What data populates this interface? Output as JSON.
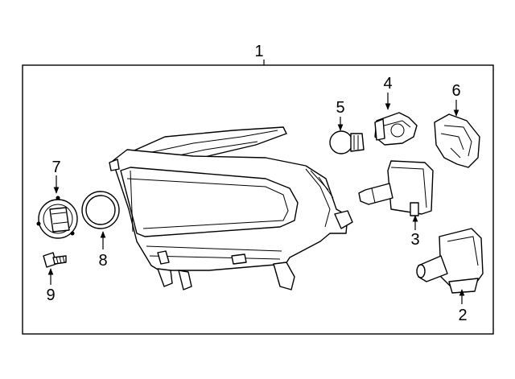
{
  "diagram": {
    "assembly_callout": "1",
    "parts": [
      {
        "id": "halogen-bulb",
        "callout": "2"
      },
      {
        "id": "hid-bulb",
        "callout": "3"
      },
      {
        "id": "bulb-socket",
        "callout": "4"
      },
      {
        "id": "wedge-bulb",
        "callout": "5"
      },
      {
        "id": "access-cover",
        "callout": "6"
      },
      {
        "id": "retainer-ring",
        "callout": "7"
      },
      {
        "id": "o-ring-seal",
        "callout": "8"
      },
      {
        "id": "mounting-screw",
        "callout": "9"
      }
    ]
  }
}
